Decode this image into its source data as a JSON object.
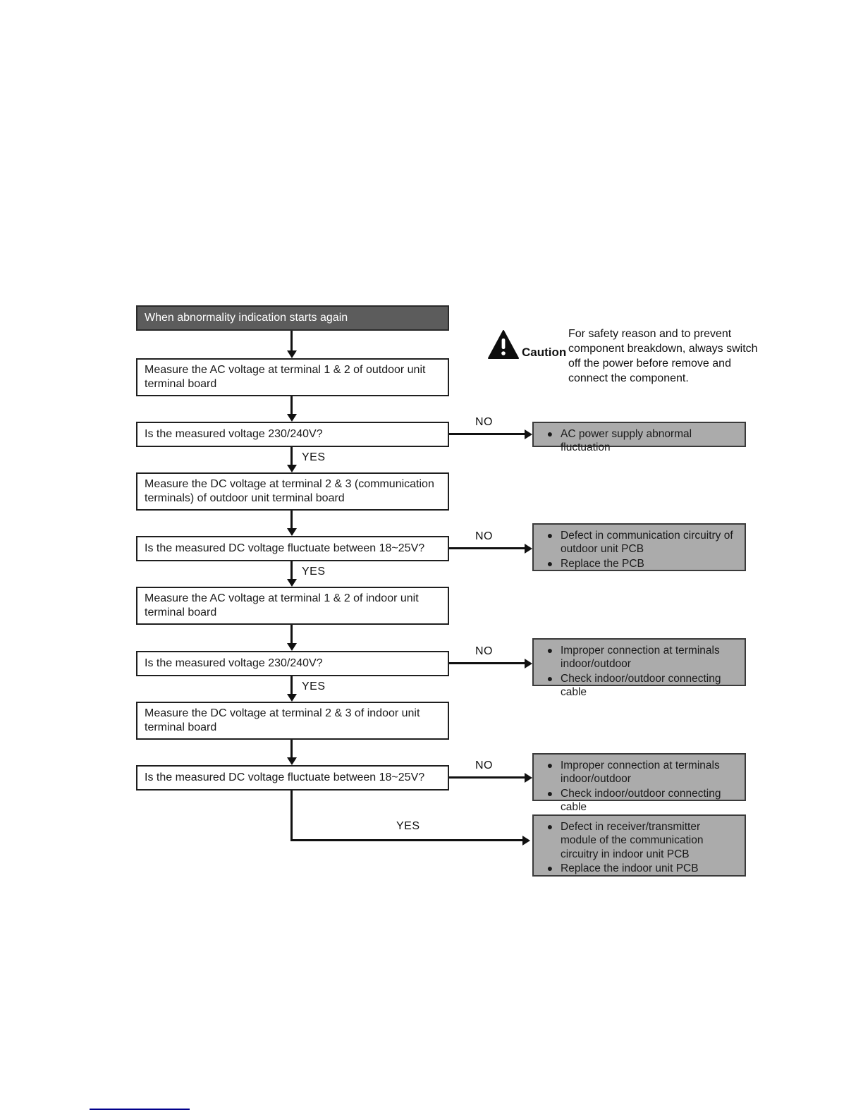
{
  "colors": {
    "header_bg": "#5c5c5c",
    "result_bg": "#ababab",
    "box_border": "#1f1f1f",
    "arrow": "#111111",
    "link_line": "#00008b"
  },
  "caution": {
    "label": "Caution",
    "icon": "warning-triangle-icon",
    "text": "For safety reason and to prevent component breakdown, always switch off the power before remove and connect the component."
  },
  "flow": {
    "bullet": "●",
    "labels": {
      "yes": "YES",
      "no": "NO"
    },
    "start": {
      "text": "When abnormality indication starts again"
    },
    "nodes": [
      {
        "id": "p1",
        "type": "process",
        "text": "Measure the AC voltage at terminal 1 & 2 of outdoor unit terminal board"
      },
      {
        "id": "d1",
        "type": "decision",
        "text": "Is the measured voltage 230/240V?"
      },
      {
        "id": "p2",
        "type": "process",
        "text": "Measure the DC voltage at terminal 2 & 3 (communication terminals) of outdoor unit terminal board"
      },
      {
        "id": "d2",
        "type": "decision",
        "text": "Is the measured DC voltage fluctuate between 18~25V?"
      },
      {
        "id": "p3",
        "type": "process",
        "text": "Measure the AC voltage at terminal 1 & 2 of indoor unit terminal board"
      },
      {
        "id": "d3",
        "type": "decision",
        "text": "Is the measured voltage 230/240V?"
      },
      {
        "id": "p4",
        "type": "process",
        "text": "Measure the DC voltage at terminal 2 & 3 of indoor unit terminal board"
      },
      {
        "id": "d4",
        "type": "decision",
        "text": "Is the measured DC voltage fluctuate between 18~25V?"
      }
    ],
    "results": [
      {
        "items": [
          "AC power supply abnormal fluctuation"
        ]
      },
      {
        "items": [
          "Defect in communication circuitry of outdoor unit PCB",
          "Replace the PCB"
        ]
      },
      {
        "items": [
          "Improper connection at terminals indoor/outdoor",
          "Check indoor/outdoor connecting cable"
        ]
      },
      {
        "items": [
          "Improper connection at terminals indoor/outdoor",
          "Check indoor/outdoor connecting cable"
        ]
      },
      {
        "items": [
          "Defect in receiver/transmitter module of the communication circuitry in indoor unit PCB",
          "Replace the indoor unit PCB"
        ]
      }
    ]
  }
}
